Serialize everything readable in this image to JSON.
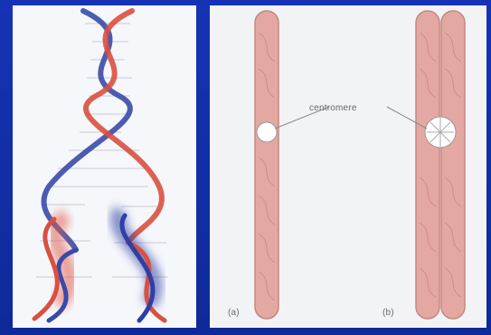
{
  "figure": {
    "colors": {
      "background": "#1533b4",
      "strand_red": "#d9503f",
      "strand_blue": "#3a4aa8",
      "chromatid": "#e3a8a2",
      "chromatid_edge": "#c98680",
      "centromere": "#ffffff"
    },
    "left_panel": {
      "icon": "dna-replication-double-helix"
    },
    "right_panel": {
      "icon": "chromosome-structure",
      "centromere_label": "centromere",
      "label_a": "(a)",
      "label_b": "(b)"
    }
  }
}
